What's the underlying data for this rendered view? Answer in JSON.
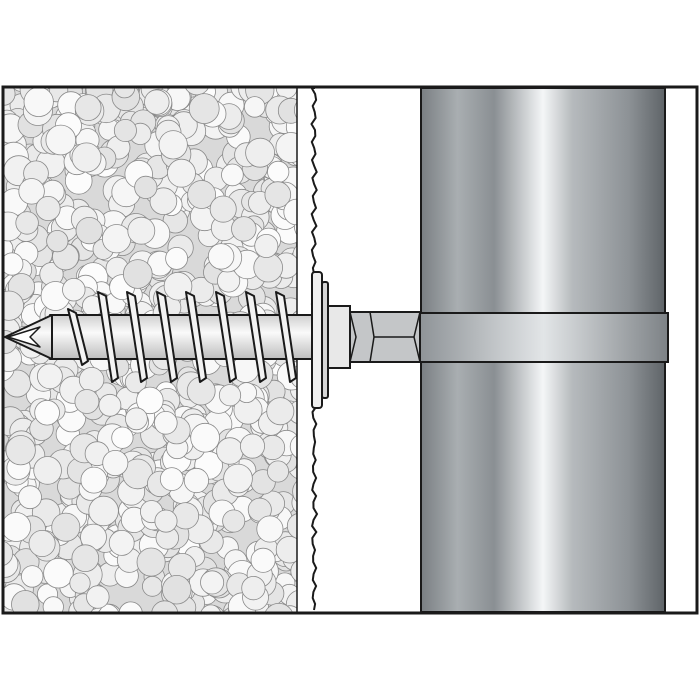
{
  "colors": {
    "outline": "#1a1a1a",
    "insulation_fill": "#d9d9d9",
    "bead_fill": "#f2f2f2",
    "pipe_dark": "#6f7478",
    "pipe_light": "#e9ecee",
    "metal": "#e6e6e6"
  },
  "icons": [
    "insulation-layer",
    "screw-anchor",
    "washer",
    "hex-nut",
    "pipe",
    "pipe-clamp"
  ]
}
